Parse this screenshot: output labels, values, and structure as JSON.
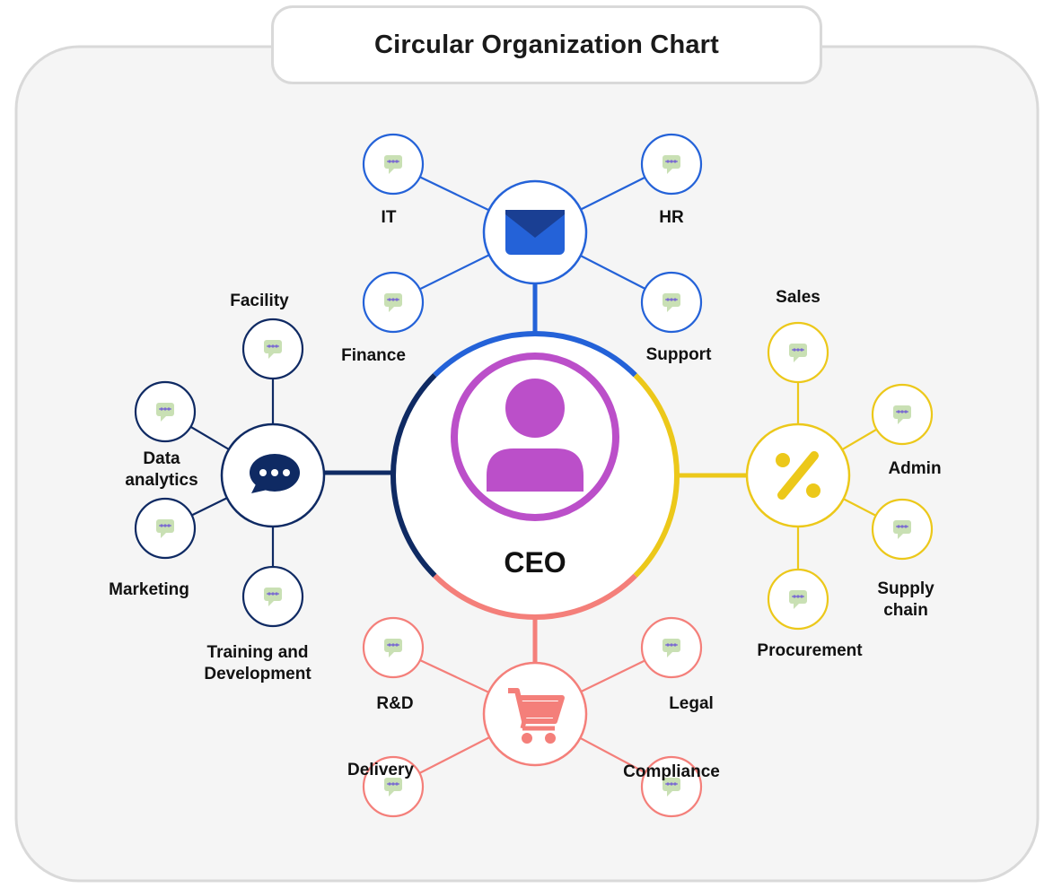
{
  "title": "Circular Organization Chart",
  "center": {
    "label": "CEO",
    "icon": "person-icon",
    "color": "#bb4fc9"
  },
  "colors": {
    "panel_bg": "#f5f5f5",
    "panel_border": "#d9d9d9",
    "chat_icon_bg": "#c9e0b4",
    "chat_icon_dot": "#7b6bd1"
  },
  "groups": [
    {
      "id": "blue",
      "icon": "mail-icon",
      "color": "#2462d8",
      "members": [
        {
          "label": "IT"
        },
        {
          "label": "HR"
        },
        {
          "label": "Finance"
        },
        {
          "label": "Support"
        }
      ]
    },
    {
      "id": "yellow",
      "icon": "percent-icon",
      "color": "#ecc81a",
      "members": [
        {
          "label": "Sales"
        },
        {
          "label": "Admin"
        },
        {
          "label": "Supply chain"
        },
        {
          "label": "Procurement"
        }
      ]
    },
    {
      "id": "coral",
      "icon": "cart-icon",
      "color": "#f47f7a",
      "members": [
        {
          "label": "R&D"
        },
        {
          "label": "Legal"
        },
        {
          "label": "Delivery"
        },
        {
          "label": "Compliance"
        }
      ]
    },
    {
      "id": "navy",
      "icon": "chat-icon",
      "color": "#0f2a63",
      "members": [
        {
          "label": "Facility"
        },
        {
          "label": "Data analytics"
        },
        {
          "label": "Marketing"
        },
        {
          "label": "Training and Development"
        }
      ]
    }
  ]
}
